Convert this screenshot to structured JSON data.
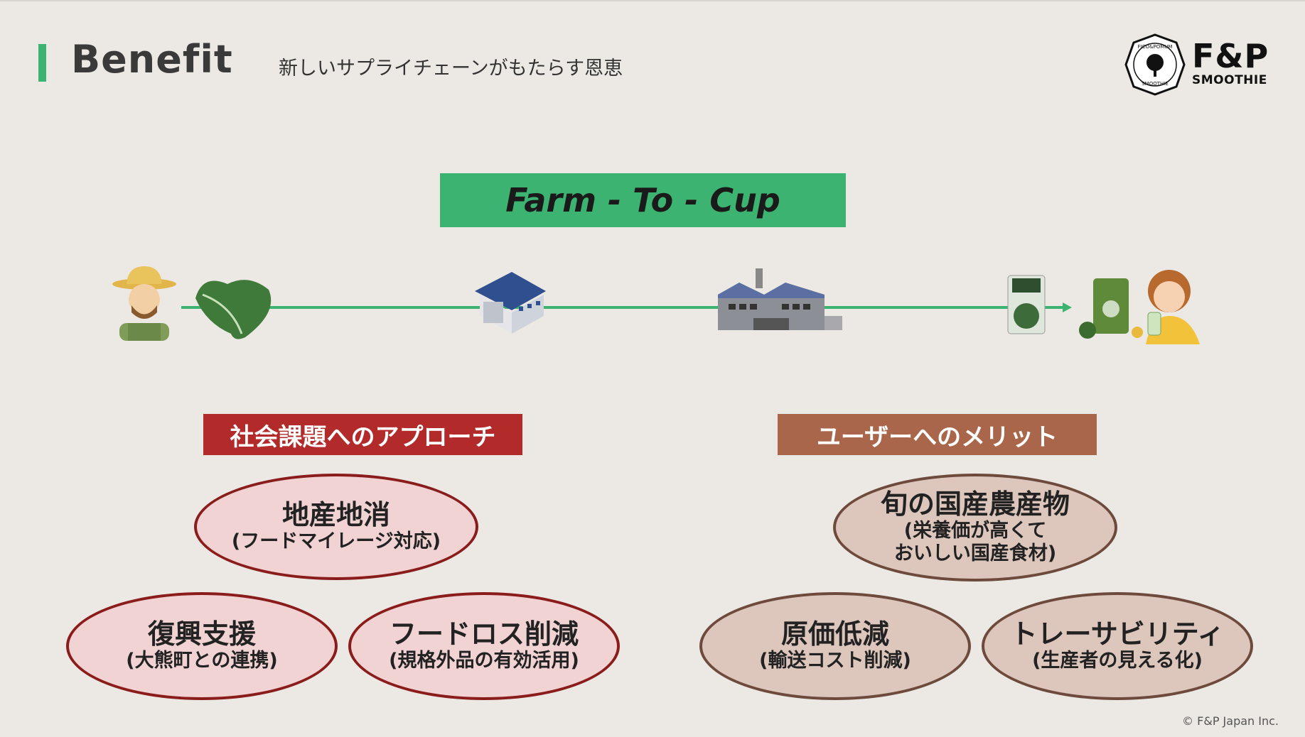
{
  "header": {
    "title": "Benefit",
    "subtitle": "新しいサプライチェーンがもたらす恩恵"
  },
  "logo": {
    "brand": "F&P",
    "sub": "SMOOTHIE",
    "ring_text": "FICO & POMUM SMOOTHIE"
  },
  "banner": {
    "label": "Farm - To - Cup"
  },
  "flow": {
    "icons": [
      "farmer-icon",
      "kale-icon",
      "warehouse-icon",
      "factory-icon",
      "smoothie-pack-icon",
      "smoothie-customer-icon"
    ]
  },
  "social": {
    "label": "社会課題へのアプローチ",
    "items": [
      {
        "main": "地産地消",
        "sub": "(フードマイレージ対応)"
      },
      {
        "main": "復興支援",
        "sub": "(大熊町との連携)"
      },
      {
        "main": "フードロス削減",
        "sub": "(規格外品の有効活用)"
      }
    ]
  },
  "user": {
    "label": "ユーザーへのメリット",
    "items": [
      {
        "main": "旬の国産農産物",
        "sub": "(栄養価が高くて",
        "sub2": "おいしい国産食材)"
      },
      {
        "main": "原価低減",
        "sub": "(輸送コスト削減)"
      },
      {
        "main": "トレーサビリティ",
        "sub": "(生産者の見える化)"
      }
    ]
  },
  "footer": {
    "copyright": "© F&P Japan Inc."
  },
  "colors": {
    "background": "#ece9e4",
    "green": "#3cb371",
    "red": "#b22a2a",
    "brown": "#a9664a"
  }
}
